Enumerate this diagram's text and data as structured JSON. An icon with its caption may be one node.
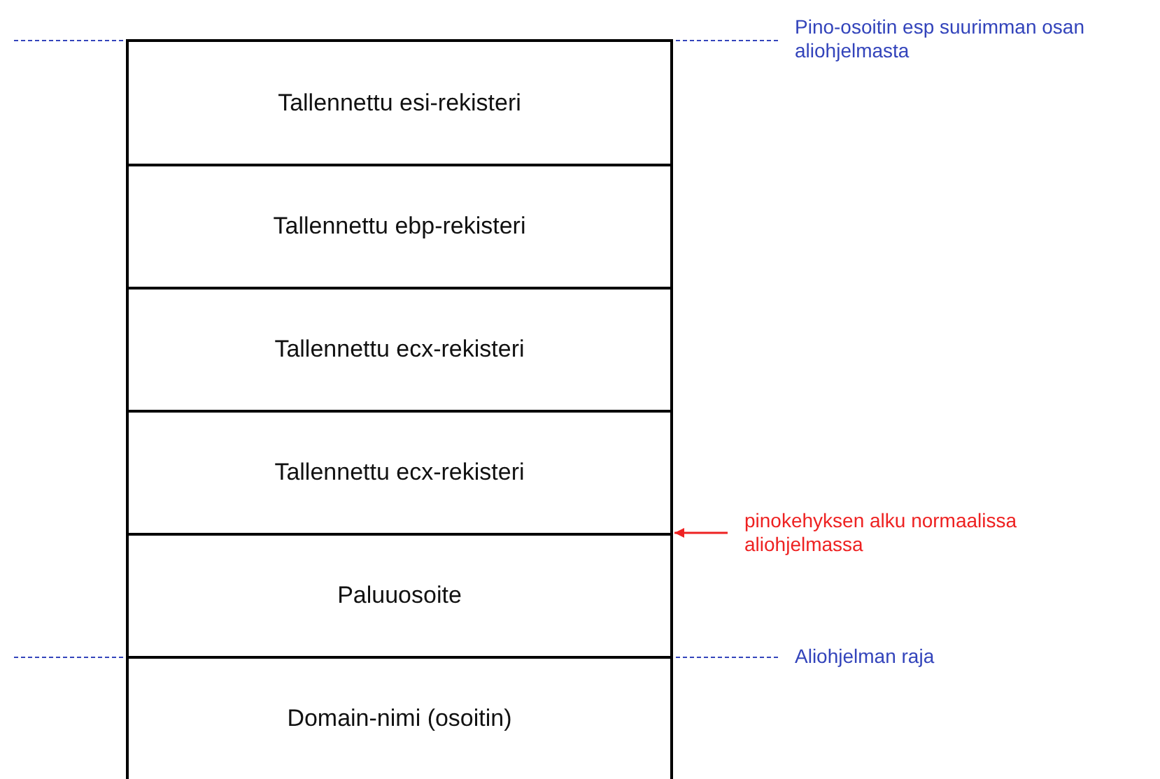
{
  "diagram": {
    "nodes": [
      {
        "text": [
          "Tallennettu esi-rekisteri"
        ]
      },
      {
        "text": [
          "Tallennettu ebp-rekisteri"
        ]
      },
      {
        "text": [
          "Tallennettu ecx-rekisteri"
        ]
      },
      {
        "text": [
          "Tallennettu ecx-rekisteri"
        ]
      },
      {
        "text": [
          "Paluuosoite"
        ]
      },
      {
        "text": [
          "Domain-nimi (osoitin)"
        ]
      },
      {
        "text": [
          "Pino-osoitin esp suurimman osan aliohjelmasta"
        ]
      },
      {
        "text": [
          "pinokehyksen alku normaalissa aliohjelmassa"
        ]
      },
      {
        "text": [
          "Aliohjelman raja"
        ]
      }
    ],
    "edges": [
      {
        "from": 6,
        "to": 0,
        "arrow": "none",
        "style": "dashed",
        "color": "#3344bb"
      },
      {
        "from": 7,
        "to": 3,
        "arrow": "to",
        "color": "#ee2222"
      },
      {
        "from": 8,
        "to": 5,
        "arrow": "none",
        "style": "dashed",
        "color": "#3344bb"
      }
    ]
  }
}
